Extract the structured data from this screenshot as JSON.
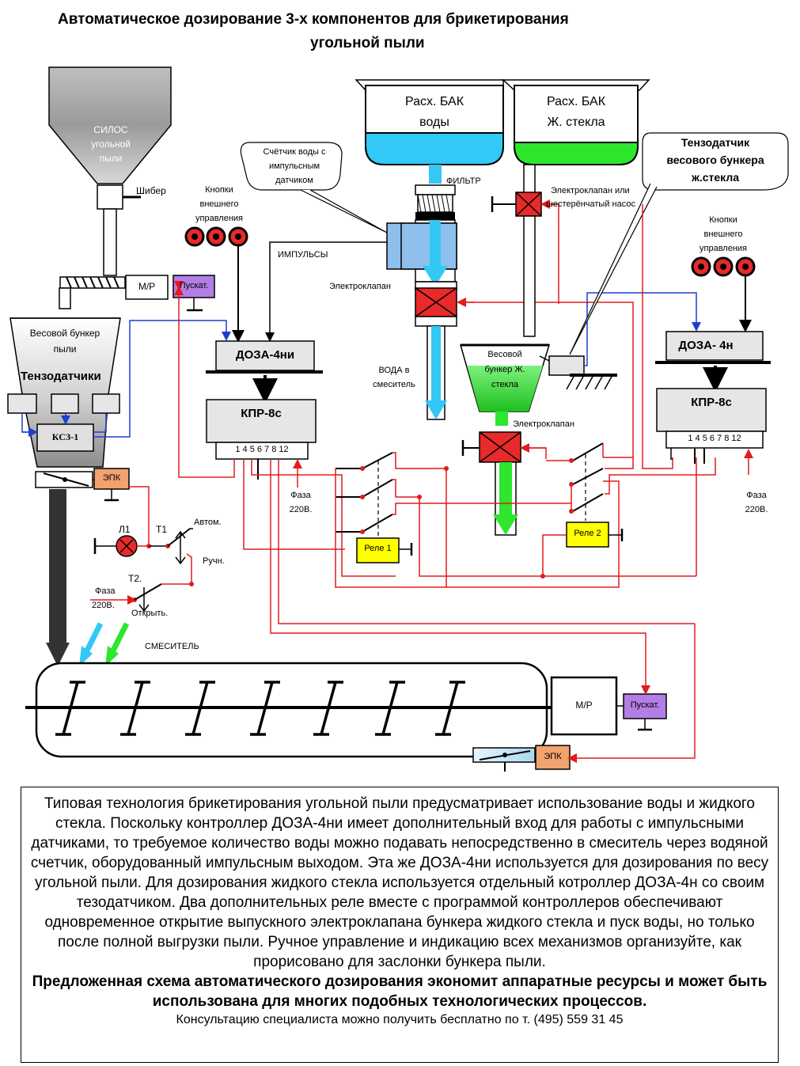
{
  "title": {
    "line1": "Автоматическое  дозирование 3-х  компонентов для   брикетирования",
    "line2": "угольной пыли"
  },
  "silo": {
    "line1": "СИЛОС",
    "line2": "угольной",
    "line3": "пыли"
  },
  "labels": {
    "shiber": "Шибер",
    "mr": "М/Р",
    "starter": "Пускат.",
    "weigh_bunker_line1": "Весовой бункер",
    "weigh_bunker_line2": "пыли",
    "tenzo": "Тензодатчики",
    "ksz": "КСЗ-1",
    "epk": "ЭПК",
    "l1": "Л1",
    "t1": "Т1",
    "t2": "Т2.",
    "avtom": "Автом.",
    "ruchn": "Ручн.",
    "otkryt": "Открыть.",
    "faza_left_1": "Фаза",
    "faza_left_2": "220В.",
    "mixer": "СМЕСИТЕЛЬ",
    "impulses": "ИМПУЛЬСЫ",
    "doza4ni": "ДОЗА-4ни",
    "kpr8c": "КПР-8с",
    "kpr_terms": "1   4 5 6 7 8   12",
    "faza_mid_1": "Фаза",
    "faza_mid_2": "220В.",
    "buttons_line1": "Кнопки",
    "buttons_line2": "внешнего",
    "buttons_line3": "управления",
    "counter_line1": "Счётчик воды  с",
    "counter_line2": "импульсным",
    "counter_line3": "датчиком",
    "tank_water_line1": "Расх. БАК",
    "tank_water_line2": "воды",
    "tank_glass_line1": "Расх. БАК",
    "tank_glass_line2": "Ж. стекла",
    "filter": "ФИЛЬТР",
    "valve_left": "Электроклапан",
    "water_line1": "ВОДА в",
    "water_line2": "смеситель",
    "valve_pump_line1": "Электроклапан или",
    "valve_pump_line2": "шестерёнчатый насос",
    "tenzo_glass_line1": "Тензодатчик",
    "tenzo_glass_line2": "весового бункера",
    "tenzo_glass_line3": "ж.стекла",
    "glass_bunker_line1": "Весовой",
    "glass_bunker_line2": "бункер  Ж.",
    "glass_bunker_line3": "стекла",
    "valve_glass": "Электроклапан",
    "relay1": "Реле 1",
    "relay2": "Реле 2",
    "doza4n": "ДОЗА- 4н",
    "kpr8c_right": "КПР-8с",
    "kpr_terms_right": "1   4 5 6 7 8   12",
    "faza_right_1": "Фаза",
    "faza_right_2": "220В.",
    "right_buttons_line1": "Кнопки",
    "right_buttons_line2": "внешнего",
    "right_buttons_line3": "управления",
    "mixer_mr": "М/Р",
    "mixer_starter": "Пускат.",
    "mixer_epk": "ЭПК"
  },
  "description": {
    "p1": "Типовая технология брикетирования угольной пыли предусматривает использование воды и жидкого стекла. Поскольку  контроллер ДОЗА-4ни имеет дополнительный вход для работы с импульсными датчиками, то требуемое количество воды можно подавать непосредственно в смеситель через водяной счетчик, оборудованный импульсным выходом. Эта же ДОЗА-4ни используется для дозирования по весу угольной пыли. Для дозирования жидкого стекла используется отдельный котроллер ДОЗА-4н со своим тезодатчиком. Два дополнительных реле вместе с программой контроллеров обеспечивают одновременное открытие выпускного электроклапана бункера жидкого стекла и пуск воды, но только после полной выгрузки пыли. Ручное управление и индикацию всех механизмов организуйте, как прорисовано для заслонки бункера пыли.",
    "p2": "Предложенная схема  автоматического дозирования экономит аппаратные ресурсы и может быть использована для многих подобных технологических процессов.",
    "contact": "Консультацию  специалиста можно получить бесплатно  по т.  (495) 559 31 45"
  },
  "colors": {
    "wire_red": "#e31b1b",
    "wire_blue": "#1e3fd0",
    "water": "#33c8f5",
    "glass": "#2ee62e",
    "valve": "#e82a2a",
    "relay": "#ffff00",
    "starter": "#b37fe6",
    "epk": "#f2a26e",
    "controller": "#e6e6e6",
    "meter": "#8fbfec"
  }
}
